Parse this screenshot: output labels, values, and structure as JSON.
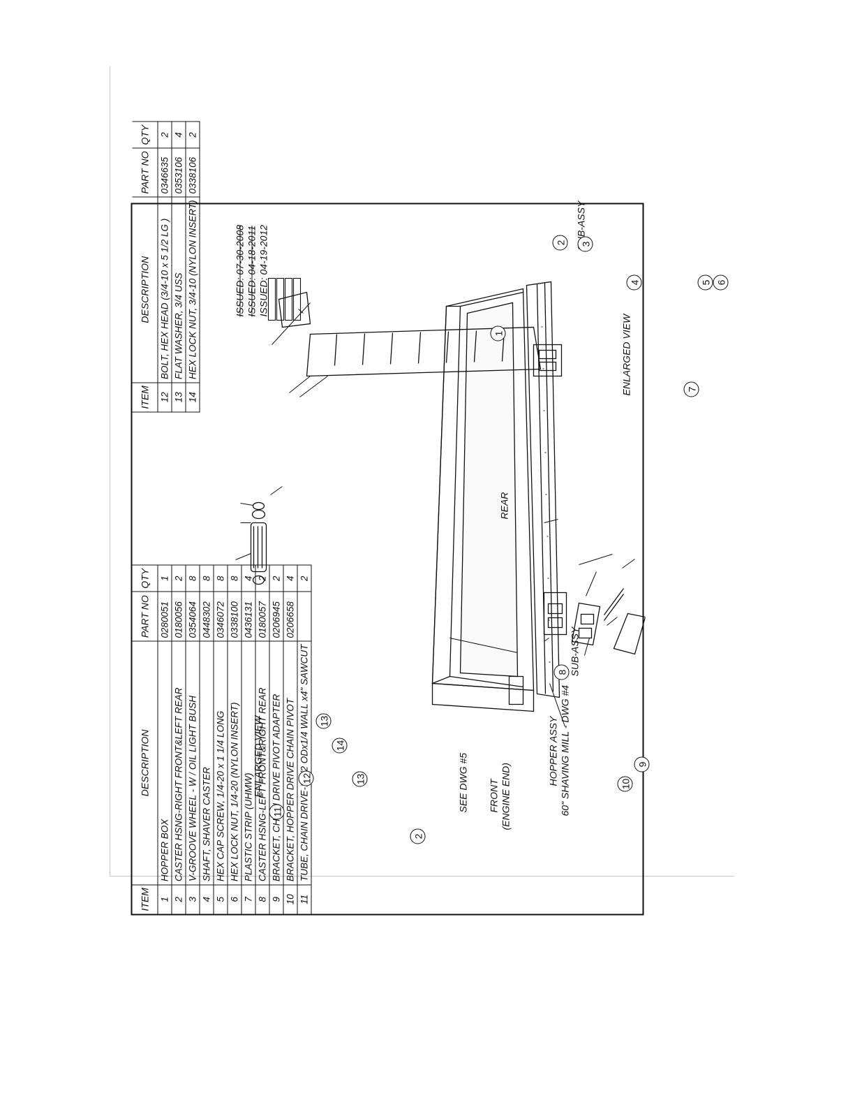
{
  "bom": {
    "headers": {
      "item": "ITEM",
      "description": "DESCRIPTION",
      "part_no": "PART NO",
      "qty": "QTY"
    },
    "left_rows": [
      {
        "item": "1",
        "description": "HOPPER BOX",
        "part_no": "0280051",
        "qty": "1"
      },
      {
        "item": "2",
        "description": "CASTER HSNG-RIGHT FRONT&LEFT REAR",
        "part_no": "0180056",
        "qty": "2"
      },
      {
        "item": "3",
        "description": "V-GROOVE WHEEL - W / OIL LIGHT BUSH",
        "part_no": "0354064",
        "qty": "8"
      },
      {
        "item": "4",
        "description": "SHAFT, SHAVER CASTER",
        "part_no": "0448302",
        "qty": "8"
      },
      {
        "item": "5",
        "description": "HEX CAP SCREW, 1/4-20 x 1 1/4 LONG",
        "part_no": "0346072",
        "qty": "8"
      },
      {
        "item": "6",
        "description": "HEX LOCK NUT, 1/4-20 (NYLON INSERT)",
        "part_no": "0338100",
        "qty": "8"
      },
      {
        "item": "7",
        "description": "PLASTIC STRIP (UHMW)",
        "part_no": "0436131",
        "qty": "4"
      },
      {
        "item": "8",
        "description": "CASTER HSNG-LEFT FRONT&RIGHT REAR",
        "part_no": "0180057",
        "qty": "2"
      },
      {
        "item": "9",
        "description": "BRACKET, CHAIN DRIVE PIVOT ADAPTER",
        "part_no": "0206945",
        "qty": "2"
      },
      {
        "item": "10",
        "description": "BRACKET, HOPPER DRIVE CHAIN PIVOT",
        "part_no": "0206658",
        "qty": "4"
      },
      {
        "item": "11",
        "description": "TUBE, CHAIN DRIVE-1 1/2 ODx1/4 WALL x4\" SAWCUT",
        "part_no": "",
        "qty": "2"
      }
    ],
    "right_rows": [
      {
        "item": "12",
        "description": "BOLT, HEX HEAD (3/4-10 x 5 1/2 LG )",
        "part_no": "0346635",
        "qty": "2"
      },
      {
        "item": "13",
        "description": "FLAT WASHER, 3/4 USS",
        "part_no": "0353106",
        "qty": "4"
      },
      {
        "item": "14",
        "description": "HEX LOCK NUT, 3/4-10  (NYLON INSERT)",
        "part_no": "0338106",
        "qty": "2"
      }
    ]
  },
  "revisions": {
    "superseded": [
      "ISSUED: 07-30-2008",
      "ISSUED: 04-18-2011"
    ],
    "current": "ISSUED: 04-19-2012"
  },
  "labels": {
    "rear": "REAR",
    "front": "FRONT",
    "engine_end": "(ENGINE END)",
    "see_dwg": "SEE DWG #5",
    "enlarged_view_left": "ENLARGED VIEW",
    "enlarged_view_right": "ENLARGED VIEW",
    "sub_assy_top": "SUB-ASSY",
    "sub_assy_bottom": "SUB-ASSY",
    "title_1": "HOPPER ASSY",
    "title_2": "60\" SHAVING MILL - DWG #4"
  },
  "balloons": {
    "b1": "1",
    "b2_top": "2",
    "b2_front": "2",
    "b3": "3",
    "b4": "4",
    "b5": "5",
    "b6": "6",
    "b7": "7",
    "b8": "8",
    "b9": "9",
    "b10": "10",
    "b11": "11",
    "b12": "12",
    "b13_top": "13",
    "b13_bottom": "13",
    "b14": "14"
  }
}
